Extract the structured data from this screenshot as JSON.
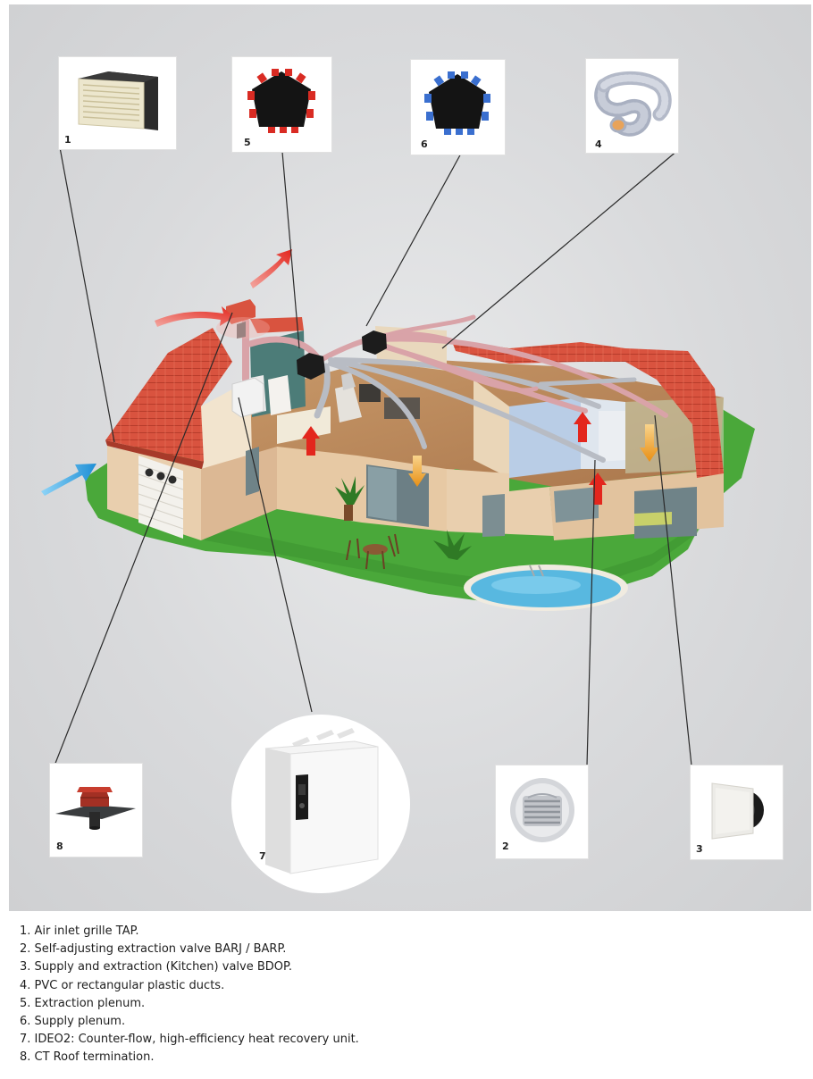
{
  "callouts": [
    {
      "number": "1",
      "icon": "air-inlet-grille-icon"
    },
    {
      "number": "5",
      "icon": "extraction-plenum-icon"
    },
    {
      "number": "6",
      "icon": "supply-plenum-icon"
    },
    {
      "number": "4",
      "icon": "flexible-duct-icon"
    },
    {
      "number": "8",
      "icon": "roof-termination-icon"
    },
    {
      "number": "7",
      "icon": "heat-recovery-unit-icon"
    },
    {
      "number": "2",
      "icon": "extraction-valve-icon"
    },
    {
      "number": "3",
      "icon": "supply-valve-icon"
    }
  ],
  "legend": [
    "1. Air inlet grille TAP.",
    "2. Self-adjusting extraction valve BARJ / BARP.",
    "3. Supply and extraction (Kitchen) valve BDOP.",
    "4. PVC or rectangular plastic ducts.",
    "5. Extraction plenum.",
    "6. Supply plenum.",
    "7. IDEO2: Counter-flow, high-efficiency heat recovery unit.",
    "8. CT Roof termination."
  ],
  "colors": {
    "background": "#d7d8da",
    "roof_tile": "#d9533f",
    "wall": "#e9cfae",
    "lawn": "#4aa83a",
    "supply_arrow": "#e8322a",
    "fresh_air_arrow": "#1e9fe0",
    "extraction_arrow": "#e8a128",
    "duct_pink": "#d9a3a8",
    "duct_grey": "#b8bcc4",
    "pool": "#58b8e0"
  }
}
